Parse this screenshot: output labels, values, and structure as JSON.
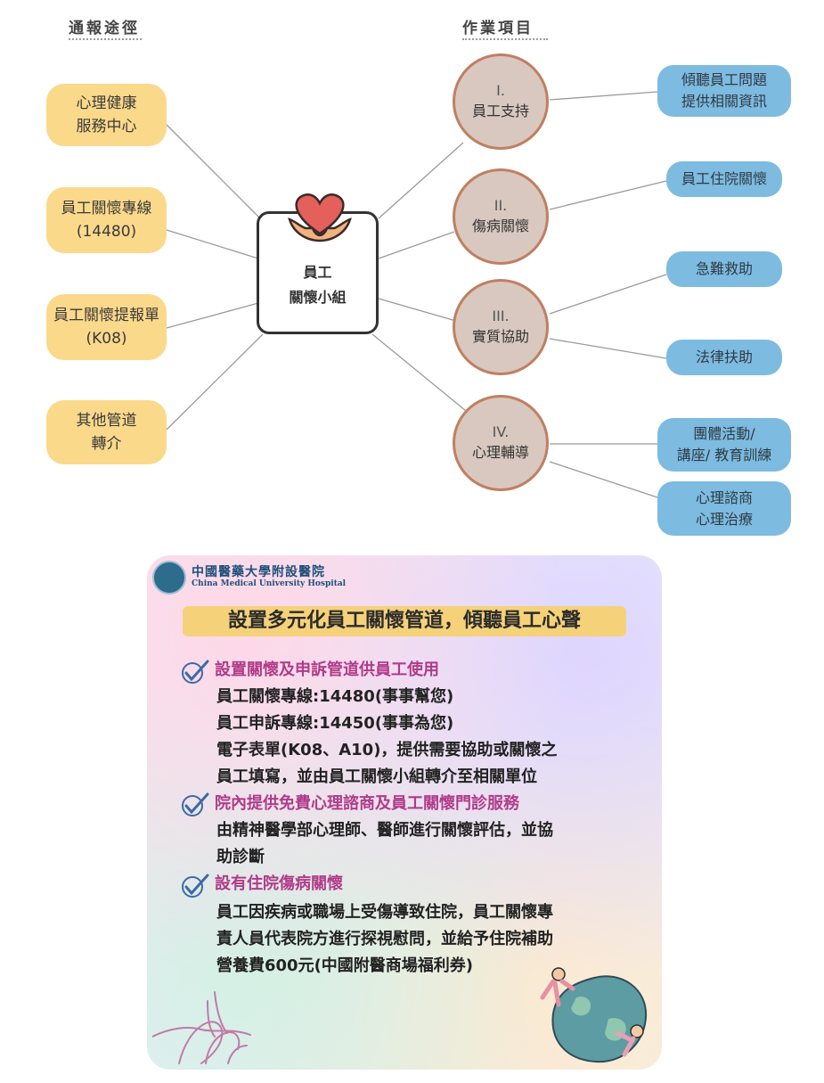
{
  "headers": {
    "channels": "通報途徑",
    "tasks": "作業項目"
  },
  "channels": [
    {
      "label": "心理健康\n服務中心"
    },
    {
      "label": "員工關懷專線\n(14480)"
    },
    {
      "label": "員工關懷提報單\n(K08)"
    },
    {
      "label": "其他管道\n轉介"
    }
  ],
  "hub": {
    "label": "員工\n關懷小組",
    "icon": "heart-in-hands-icon"
  },
  "categories": [
    {
      "num": "I.",
      "name": "員工支持"
    },
    {
      "num": "II.",
      "name": "傷病關懷"
    },
    {
      "num": "III.",
      "name": "實質協助"
    },
    {
      "num": "IV.",
      "name": "心理輔導"
    }
  ],
  "tasks": [
    {
      "label": "傾聽員工問題\n提供相關資訊"
    },
    {
      "label": "員工住院關懷"
    },
    {
      "label": "急難救助"
    },
    {
      "label": "法律扶助"
    },
    {
      "label": "團體活動/\n講座/ 教育訓練"
    },
    {
      "label": "心理諮商\n心理治療"
    }
  ],
  "poster": {
    "logo_zh": "中國醫藥大學附設醫院",
    "logo_en": "China Medical University Hospital",
    "title": "設置多元化員工關懷管道，傾聽員工心聲",
    "sections": [
      {
        "title": "設置關懷及申訴管道供員工使用",
        "lines": [
          "員工關懷專線:14480(事事幫您)",
          "員工申訴專線:14450(事事為您)",
          "電子表單(K08、A10)，提供需要協助或關懷之",
          "員工填寫，並由員工關懷小組轉介至相關單位"
        ]
      },
      {
        "title": "院內提供免費心理諮商及員工關懷門診服務",
        "lines": [
          "由精神醫學部心理師、醫師進行關懷評估，並協",
          "助診斷"
        ]
      },
      {
        "title": "設有住院傷病關懷",
        "lines": [
          "員工因疾病或職場上受傷導致住院，員工關懷專",
          "責人員代表院方進行探視慰問，並給予住院補助",
          "營養費600元(中國附醫商場福利券)"
        ]
      }
    ]
  },
  "colors": {
    "channel": "#fbd98b",
    "category": "#d8c8bf",
    "category_border": "#c07f61",
    "task": "#7dbbe0",
    "title_bg": "#f5d27a",
    "section_title": "#b03b8a"
  }
}
